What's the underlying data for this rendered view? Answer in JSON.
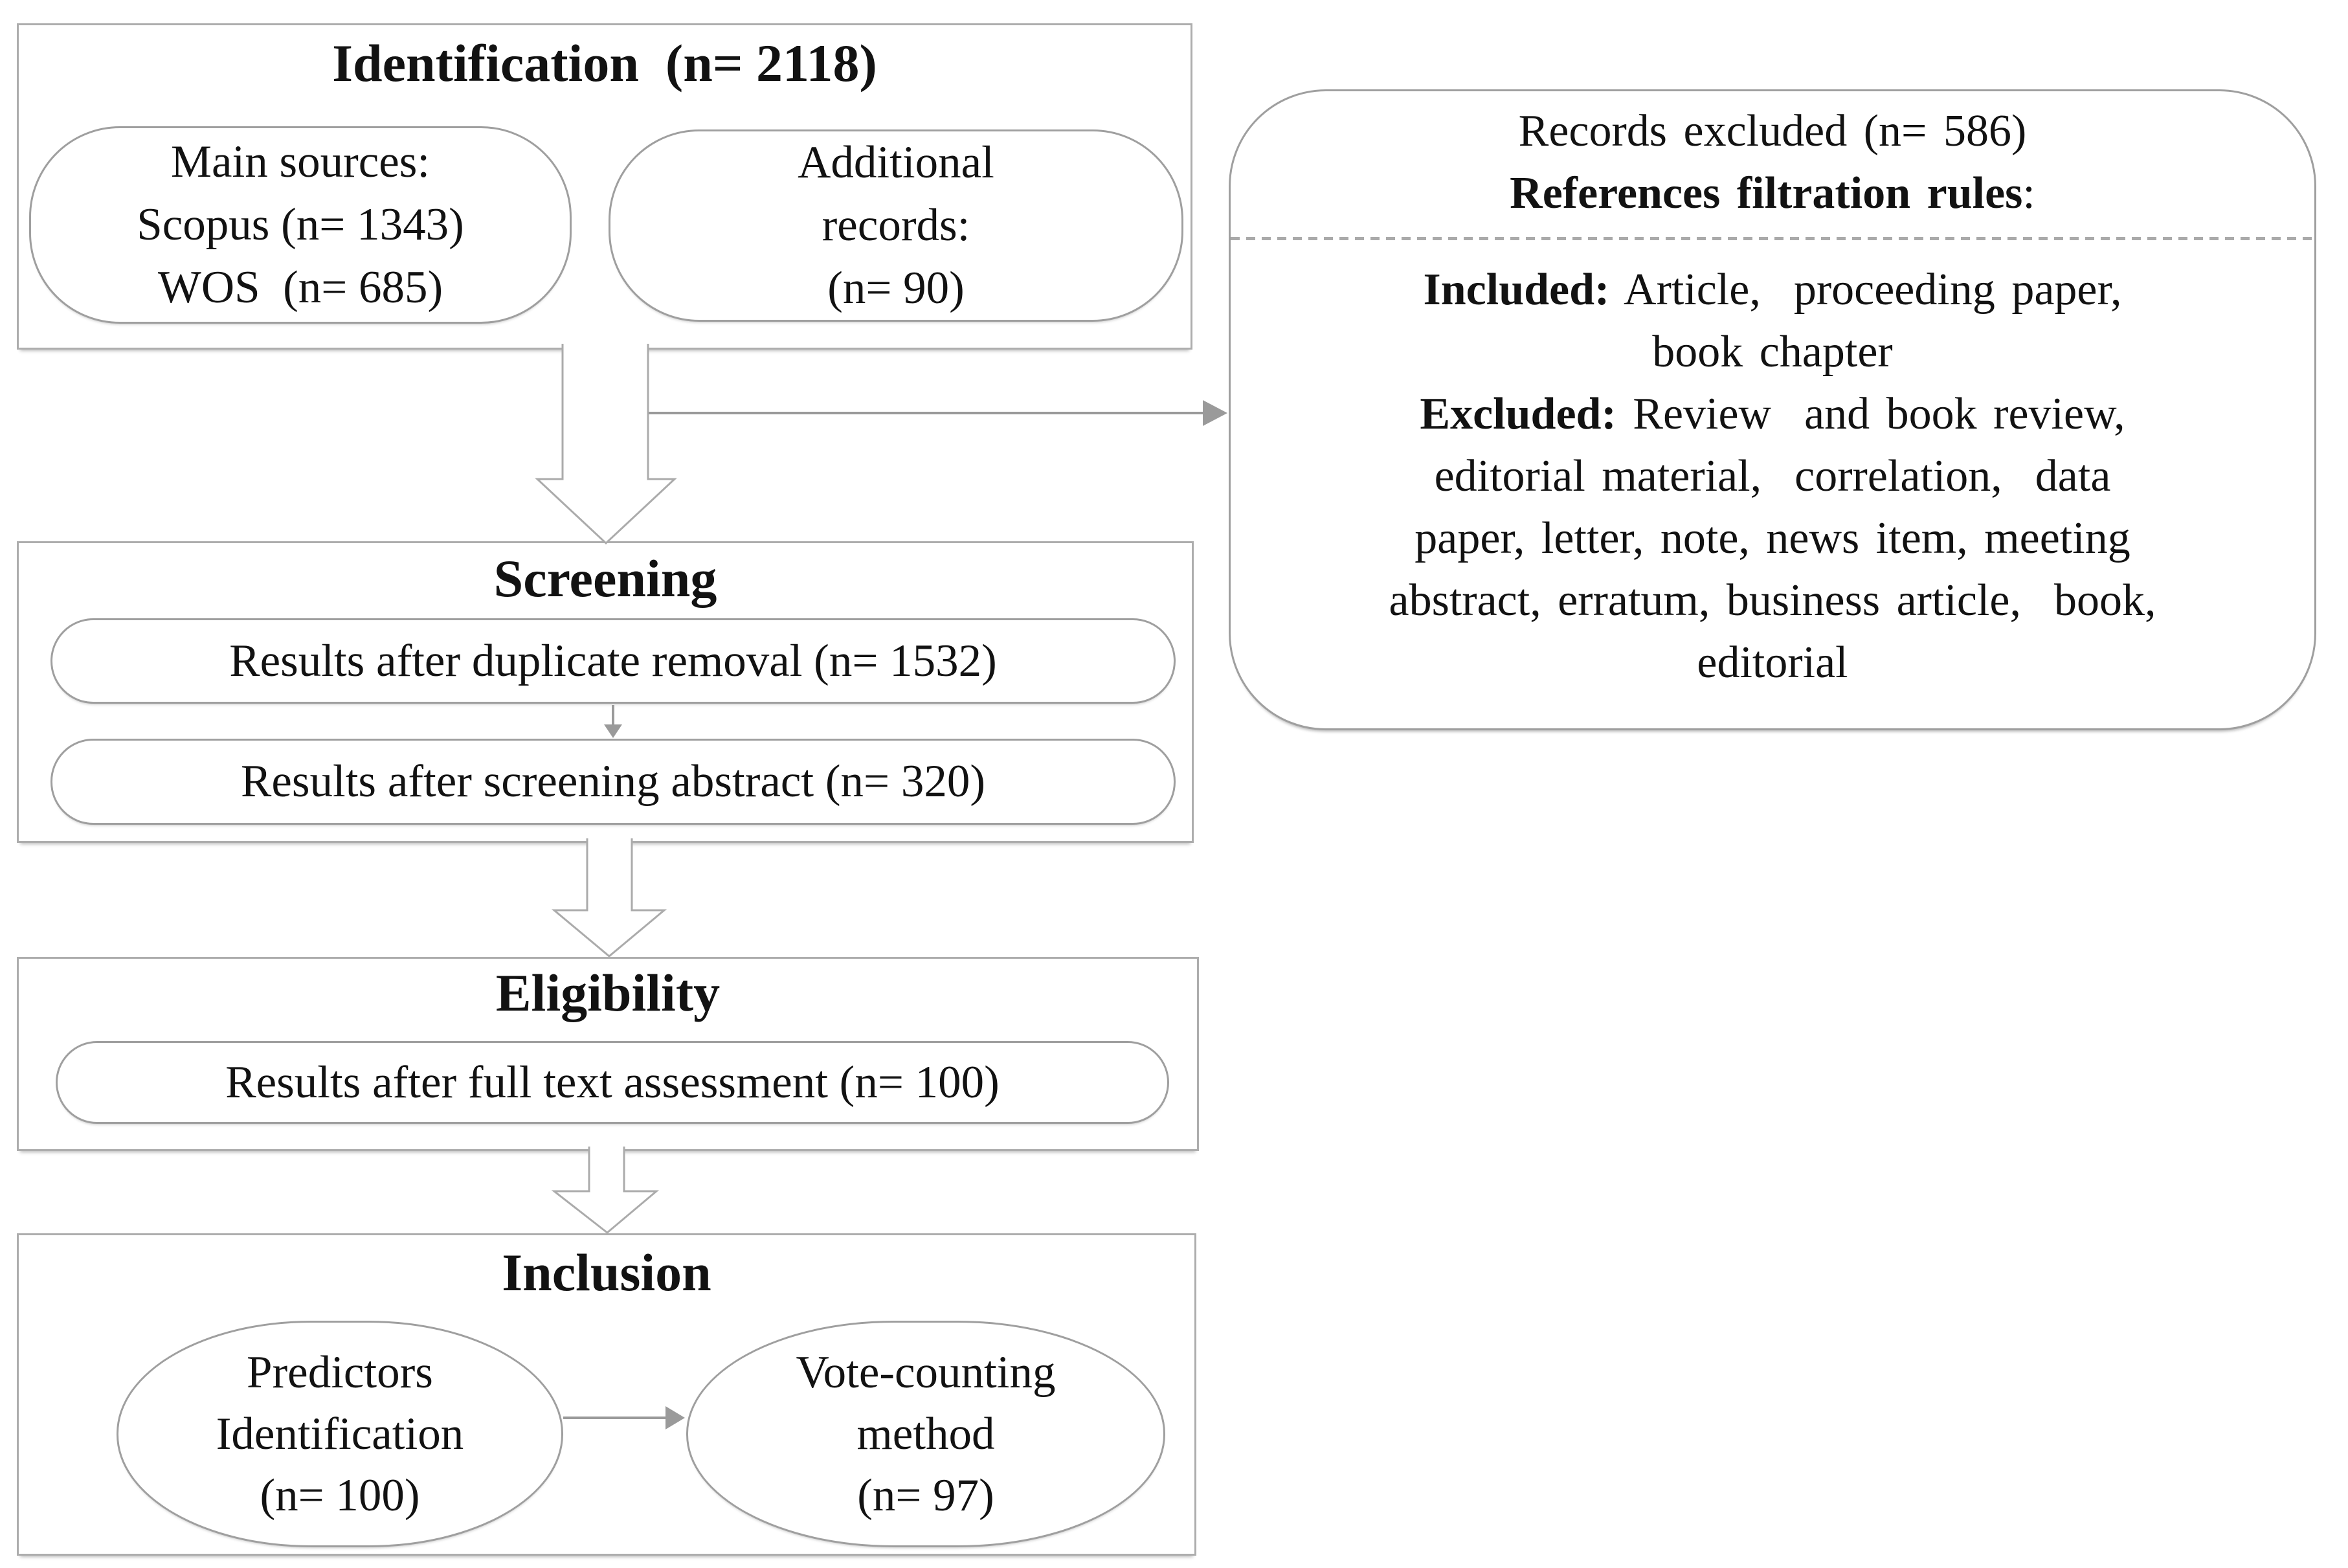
{
  "palette": {
    "bg": "#ffffff",
    "box_border": "#adadad",
    "shape_border": "#9f9f9f",
    "arrow_outline": "#ababab",
    "connector": "#9a9a9a",
    "divider": "#aaaaaa",
    "text": "#121212"
  },
  "identification": {
    "title": "Identification  (n= 2118)",
    "main_sources": [
      "Main sources:",
      "Scopus (n= 1343)",
      "WOS  (n= 685)"
    ],
    "additional_records": [
      "Additional",
      "records:",
      "(n= 90)"
    ]
  },
  "screening": {
    "title": "Screening",
    "duplicate_removal": "Results after duplicate removal (n= 1532)",
    "abstract_screening": "Results after screening abstract (n= 320)"
  },
  "eligibility": {
    "title": "Eligibility",
    "full_text_assessment": "Results after full text assessment (n= 100)"
  },
  "inclusion": {
    "title": "Inclusion",
    "predictors": [
      "Predictors",
      "Identification",
      "(n= 100)"
    ],
    "vote_counting": [
      "Vote-counting",
      "method",
      "(n= 97)"
    ]
  },
  "excluded_panel": {
    "header": "Records excluded (n= 586)",
    "subheader_bold": "References filtration rules",
    "subheader_colon": ":",
    "body": [
      {
        "bold": "Included:",
        "rest": " Article,  proceeding paper,"
      },
      {
        "bold": "",
        "rest": "book chapter"
      },
      {
        "bold": "Excluded:",
        "rest": " Review  and book review,"
      },
      {
        "bold": "",
        "rest": "editorial material,  correlation,  data"
      },
      {
        "bold": "",
        "rest": "paper, letter, note, news item, meeting"
      },
      {
        "bold": "",
        "rest": "abstract, erratum, business article,  book,"
      },
      {
        "bold": "",
        "rest": "editorial"
      }
    ]
  }
}
